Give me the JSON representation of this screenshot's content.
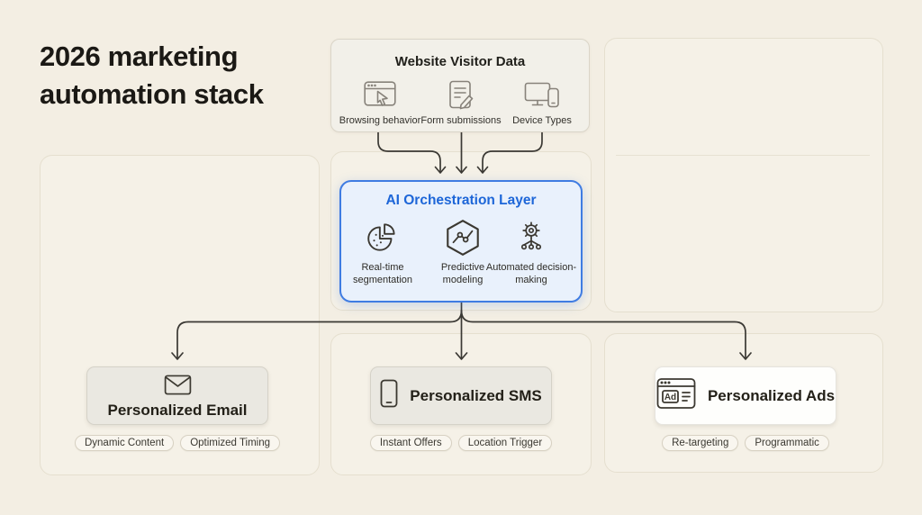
{
  "page": {
    "title": "2026 marketing automation stack",
    "background": "#f3eee3",
    "accent_blue": "#1d66d8"
  },
  "source_card": {
    "title": "Website Visitor Data",
    "items": [
      {
        "label": "Browsing behavior",
        "icon": "browser-cursor-icon"
      },
      {
        "label": "Form submissions",
        "icon": "form-pencil-icon"
      },
      {
        "label": "Device Types",
        "icon": "devices-icon"
      }
    ]
  },
  "orchestration_card": {
    "title": "AI Orchestration Layer",
    "items": [
      {
        "label": "Real-time segmentation",
        "icon": "pie-segmentation-icon"
      },
      {
        "label": "Predictive modeling",
        "icon": "hexagon-model-icon"
      },
      {
        "label": "Automated decision-making",
        "icon": "gear-network-icon"
      }
    ]
  },
  "channel_cards": [
    {
      "title": "Personalized Email",
      "icon": "envelope-icon",
      "tags": [
        "Dynamic Content",
        "Optimized Timing"
      ]
    },
    {
      "title": "Personalized SMS",
      "icon": "smartphone-icon",
      "tags": [
        "Instant Offers",
        "Location Trigger"
      ]
    },
    {
      "title": "Personalized Ads",
      "icon": "ad-browser-icon",
      "icon_label": "Ad",
      "tags": [
        "Re-targeting",
        "Programmatic"
      ]
    }
  ]
}
